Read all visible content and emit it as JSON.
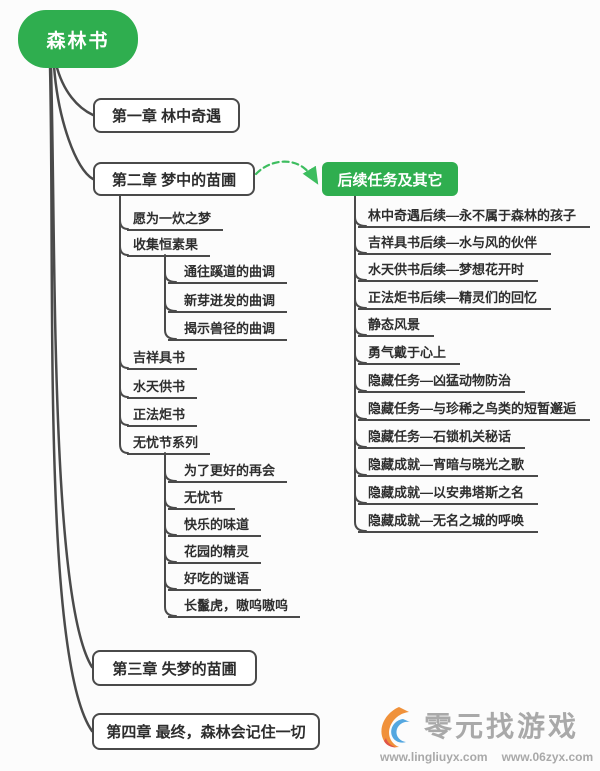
{
  "colors": {
    "green": "#2fae4f",
    "arrow_green": "#3dbd5f",
    "line": "#4a4a4a"
  },
  "root": {
    "label": "森林书"
  },
  "chapters": [
    {
      "label": "第一章 林中奇遇"
    },
    {
      "label": "第二章 梦中的苗圃"
    },
    {
      "label": "第三章 失梦的苗圃"
    },
    {
      "label": "第四章 最终，森林会记住一切"
    }
  ],
  "chapter2": {
    "items": [
      {
        "label": "愿为一炊之梦"
      },
      {
        "label": "收集恒素果",
        "children": [
          {
            "label": "通往蹊道的曲调"
          },
          {
            "label": "新芽迸发的曲调"
          },
          {
            "label": "揭示兽径的曲调"
          }
        ]
      },
      {
        "label": "吉祥具书"
      },
      {
        "label": "水天供书"
      },
      {
        "label": "正法炬书"
      },
      {
        "label": "无忧节系列",
        "children": [
          {
            "label": "为了更好的再会"
          },
          {
            "label": "无忧节"
          },
          {
            "label": "快乐的味道"
          },
          {
            "label": "花园的精灵"
          },
          {
            "label": "好吃的谜语"
          },
          {
            "label": "长鬣虎，嗷呜嗷呜"
          }
        ]
      }
    ]
  },
  "followup": {
    "title": "后续任务及其它",
    "items": [
      {
        "label": "林中奇遇后续—永不属于森林的孩子"
      },
      {
        "label": "吉祥具书后续—水与风的伙伴"
      },
      {
        "label": "水天供书后续—梦想花开时"
      },
      {
        "label": "正法炬书后续—精灵们的回忆"
      },
      {
        "label": "静态风景"
      },
      {
        "label": "勇气戴于心上"
      },
      {
        "label": "隐藏任务—凶猛动物防治"
      },
      {
        "label": "隐藏任务—与珍稀之鸟类的短暂邂逅"
      },
      {
        "label": "隐藏任务—石锁机关秘话"
      },
      {
        "label": "隐藏成就—宵暗与晓光之歌"
      },
      {
        "label": "隐藏成就—以安弗塔斯之名"
      },
      {
        "label": "隐藏成就—无名之城的呼唤"
      }
    ]
  },
  "watermark": {
    "brand": "零元找游戏",
    "site1": "www.lingliuyx.com",
    "site2": "www.06zyx.com"
  }
}
